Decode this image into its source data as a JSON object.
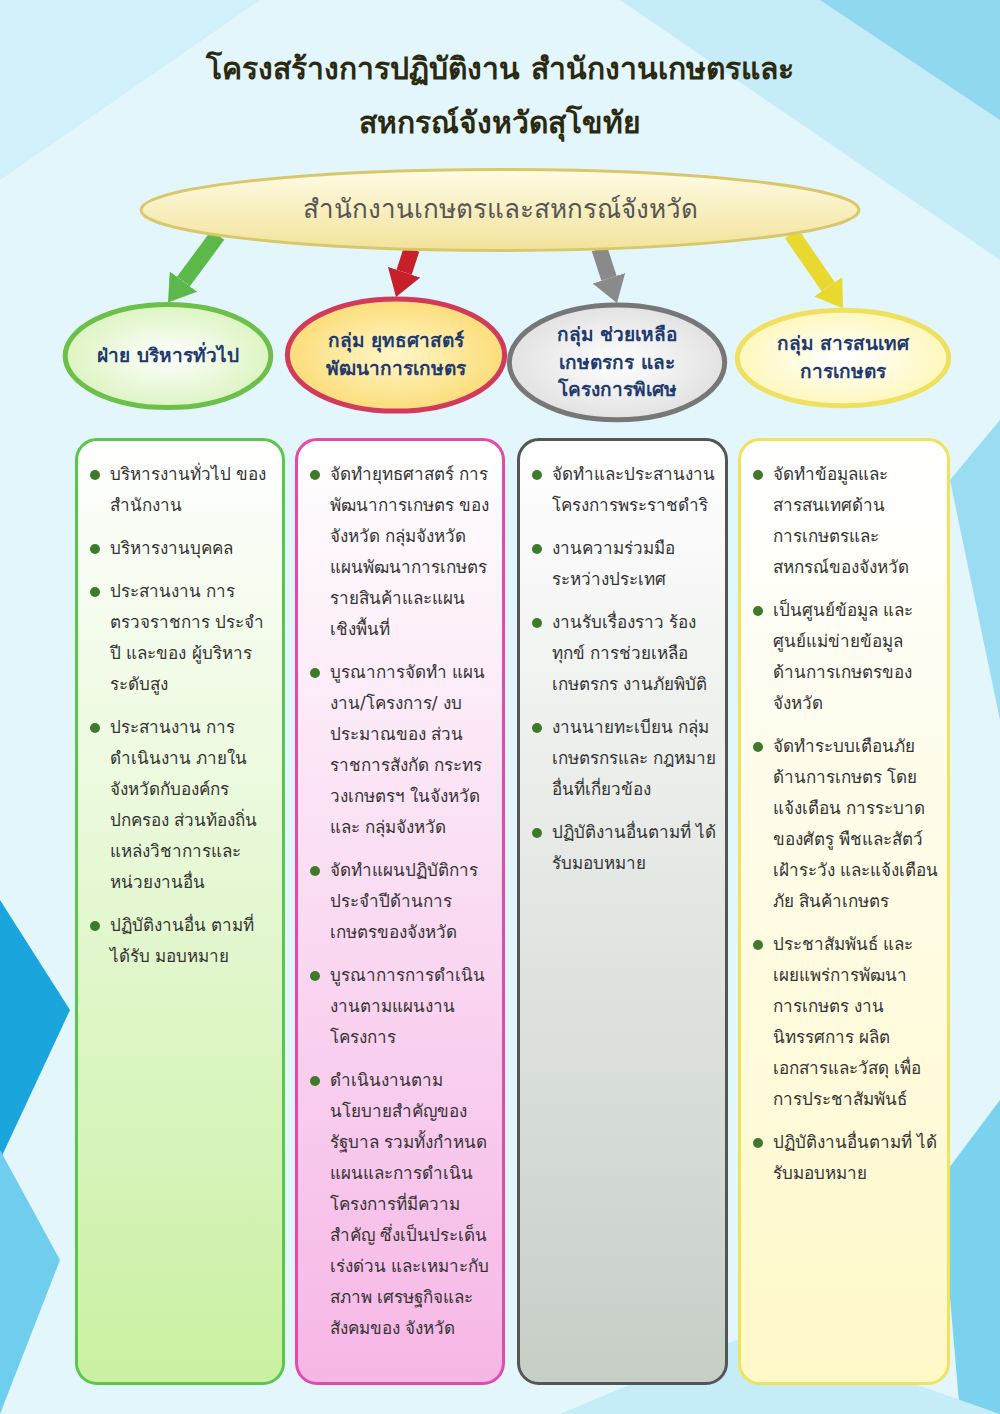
{
  "diagram": {
    "title": "โครงสร้างการปฏิบัติงาน สำนักงานเกษตรและสหกรณ์จังหวัดสุโขทัย",
    "nodes": [
      {
        "text": [
          "สำนักงานเกษตรและสหกรณ์จังหวัด"
        ]
      },
      {
        "text": [
          "ฝ่าย บริหารทั่วไป"
        ]
      },
      {
        "text": [
          "กลุ่ม ยุทธศาสตร์ พัฒนาการเกษตร"
        ]
      },
      {
        "text": [
          "กลุ่ม ช่วยเหลือเกษตรกร และโครงการพิเศษ"
        ]
      },
      {
        "text": [
          "กลุ่ม สารสนเทศการเกษตร"
        ]
      },
      {
        "text": [
          "บริหารงานทั่วไป ของสำนักงาน",
          "บริหารงานบุคคล",
          "ประสานงาน การตรวจราชการ ประจำปี และของ ผู้บริหารระดับสูง",
          "ประสานงาน การดำเนินงาน ภายในจังหวัดกับองค์กร ปกครอง ส่วนท้องถิ่น แหล่งวิชาการและ หน่วยงานอื่น",
          "ปฏิบัติงานอื่น ตามที่ได้รับ มอบหมาย"
        ]
      },
      {
        "text": [
          "จัดทำยุทธศาสตร์ การพัฒนาการเกษตร ของจังหวัด กลุ่มจังหวัด แผนพัฒนาการเกษตร รายสินค้าและแผน เชิงพื้นที่",
          "บูรณาการจัดทำ แผนงาน/โครงการ/ งบประมาณของ ส่วนราชการสังกัด กระทรวงเกษตรฯ ในจังหวัดและ กลุ่มจังหวัด",
          "จัดทำแผนปฏิบัติการ ประจำปีด้านการ เกษตรของจังหวัด",
          "บูรณาการการดำเนิน งานตามแผนงาน โครงการ",
          "ดำเนินงานตาม นโยบายสำคัญของ รัฐบาล รวมทั้งกำหนด แผนและการดำเนิน โครงการที่มีความสำคัญ ซึ่งเป็นประเด็นเร่งด่วน และเหมาะกับสภาพ เศรษฐกิจและสังคมของ จังหวัด"
        ]
      },
      {
        "text": [
          "จัดทำและประสานงาน โครงการพระราชดำริ",
          "งานความร่วมมือ ระหว่างประเทศ",
          "งานรับเรื่องราว ร้องทุกข์ การช่วยเหลือ เกษตรกร งานภัยพิบัติ",
          "งานนายทะเบียน กลุ่มเกษตรกรและ กฎหมายอื่นที่เกี่ยวข้อง",
          "ปฏิบัติงานอื่นตามที่ ได้รับมอบหมาย"
        ]
      },
      {
        "text": [
          "จัดทำข้อมูลและ สารสนเทศด้าน การเกษตรและ สหกรณ์ของจังหวัด",
          "เป็นศูนย์ข้อมูล และ ศูนย์แม่ข่ายข้อมูล ด้านการเกษตรของ จังหวัด",
          "จัดทำระบบเตือนภัย ด้านการเกษตร โดยแจ้งเตือน การระบาดของศัตรู พืชและสัตว์ เฝ้าระวัง และแจ้งเตือนภัย สินค้าเกษตร",
          "ประชาสัมพันธ์ และเผยแพร่การพัฒนา การเกษตร งานนิทรรศการ ผลิตเอกสารและวัสดุ เพื่อการประชาสัมพันธ์",
          "ปฏิบัติงานอื่นตามที่ ได้รับมอบหมาย"
        ]
      }
    ],
    "edges": [
      {
        "from": 0,
        "to": 1,
        "arrow": "to"
      },
      {
        "from": 0,
        "to": 2,
        "arrow": "to"
      },
      {
        "from": 0,
        "to": 3,
        "arrow": "to"
      },
      {
        "from": 0,
        "to": 4,
        "arrow": "to"
      }
    ]
  }
}
